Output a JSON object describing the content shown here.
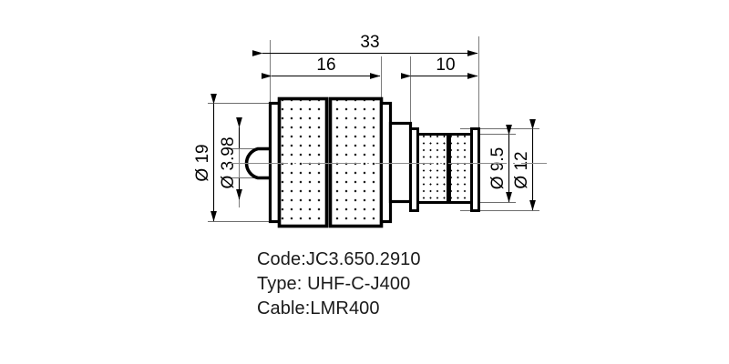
{
  "drawing": {
    "title": "UHF connector technical outline drawing",
    "view": "side elevation, sectioned centerline",
    "units": "mm",
    "line_color": "#000000",
    "centerline_color": "#8c8c8c",
    "background": "#ffffff",
    "dimensions": {
      "linear": [
        {
          "id": "overall-length",
          "label": "33",
          "orientation": "horizontal",
          "position": "top",
          "value": 33
        },
        {
          "id": "body-length",
          "label": "16",
          "orientation": "horizontal",
          "position": "top",
          "value": 16
        },
        {
          "id": "rear-nut-length",
          "label": "10",
          "orientation": "horizontal",
          "position": "top",
          "value": 10
        }
      ],
      "diameters": [
        {
          "id": "body-outer-diameter",
          "label": "Ø 19",
          "orientation": "vertical",
          "position": "left",
          "value": 19
        },
        {
          "id": "center-pin-diameter",
          "label": "Ø 3.98",
          "orientation": "vertical",
          "position": "left",
          "value": 3.98
        },
        {
          "id": "rear-knurl-diameter",
          "label": "Ø 9.5",
          "orientation": "vertical",
          "position": "right",
          "value": 9.5
        },
        {
          "id": "rear-outer-diameter",
          "label": "Ø 12",
          "orientation": "vertical",
          "position": "right",
          "value": 12
        }
      ]
    },
    "features": [
      {
        "name": "center-contact-pin",
        "shape": "rounded-bullet-nose"
      },
      {
        "name": "front-coupling-nut",
        "finish": "diamond-knurled"
      },
      {
        "name": "connector-body",
        "finish": "diamond-knurled"
      },
      {
        "name": "rear-cable-entry-nut",
        "finish": "diamond-knurled"
      }
    ]
  },
  "caption": {
    "lines": [
      "Code:JC3.650.2910",
      "Type: UHF-C-J400",
      "Cable:LMR400"
    ],
    "code_line": "Code:JC3.650.2910",
    "type_line": "Type: UHF-C-J400",
    "cable_line": "Cable:LMR400",
    "code_value": "JC3.650.2910",
    "type_value": "UHF-C-J400",
    "cable_value": "LMR400"
  }
}
